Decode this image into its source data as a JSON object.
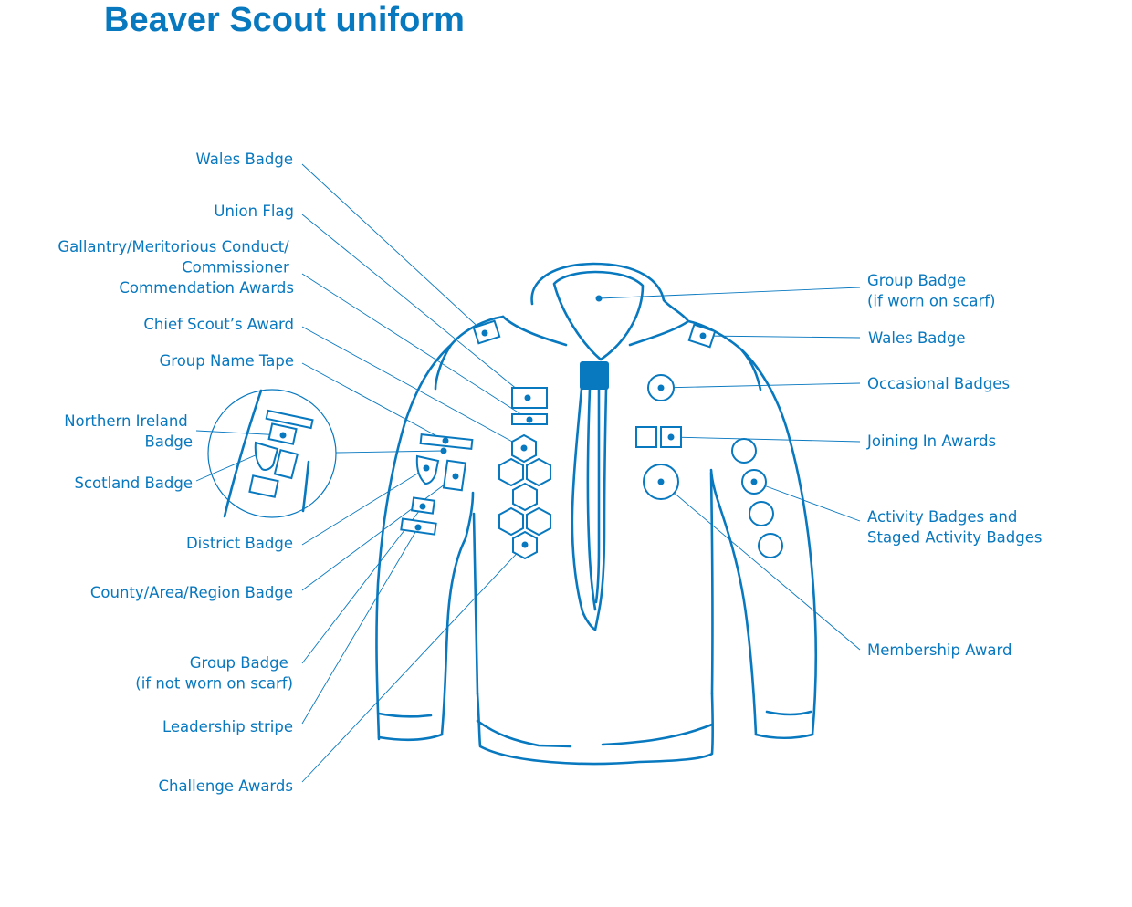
{
  "title": "Beaver Scout uniform",
  "colors": {
    "primary": "#0878bf",
    "background": "#ffffff"
  },
  "labels_left": {
    "wales_badge": [
      "Wales Badge"
    ],
    "union_flag": [
      "Union Flag"
    ],
    "gallantry": [
      "Gallantry/Meritorious Conduct/",
      "Commissioner",
      "Commendation Awards"
    ],
    "chief_scouts_award": [
      "Chief Scout’s Award"
    ],
    "group_name_tape": [
      "Group Name Tape"
    ],
    "northern_ireland_badge": [
      "Northern Ireland",
      "Badge"
    ],
    "scotland_badge": [
      "Scotland Badge"
    ],
    "district_badge": [
      "District Badge"
    ],
    "county_badge": [
      "County/Area/Region Badge"
    ],
    "group_badge": [
      "Group Badge",
      "(if not worn on scarf)"
    ],
    "leadership_stripe": [
      "Leadership stripe"
    ],
    "challenge_awards": [
      "Challenge Awards"
    ]
  },
  "labels_right": {
    "group_badge": [
      "Group Badge",
      "(if worn on scarf)"
    ],
    "wales_badge": [
      "Wales Badge"
    ],
    "occasional_badges": [
      "Occasional Badges"
    ],
    "joining_in_awards": [
      "Joining In Awards"
    ],
    "activity_badges": [
      "Activity Badges and",
      "Staged Activity Badges"
    ],
    "membership_award": [
      "Membership Award"
    ]
  }
}
